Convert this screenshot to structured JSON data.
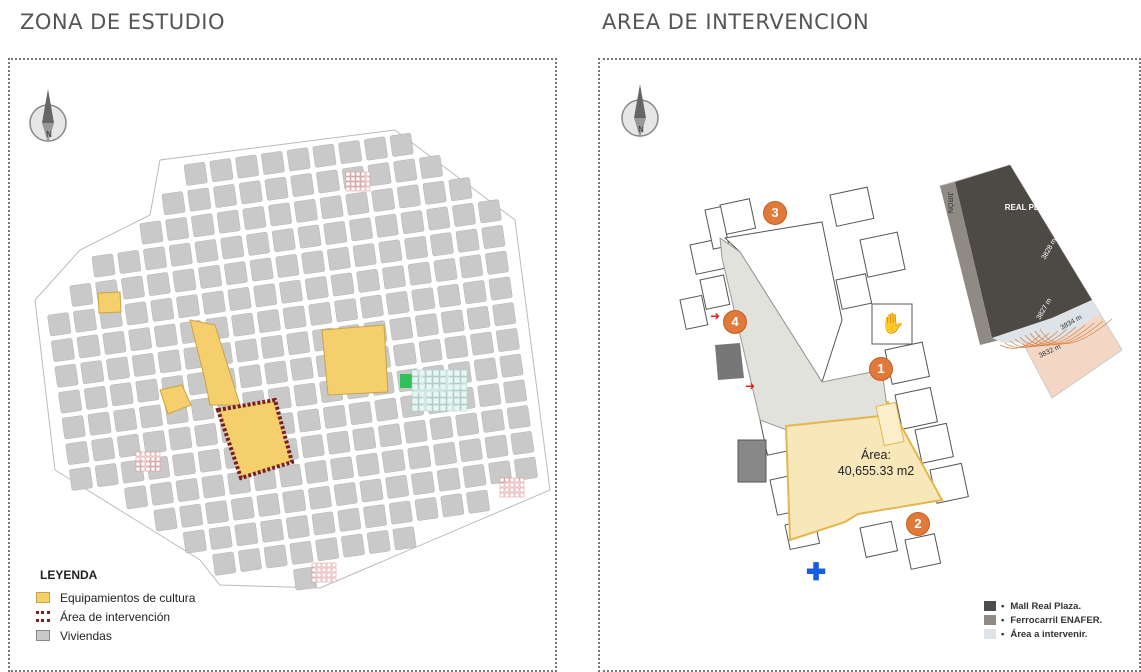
{
  "titles": {
    "left": "ZONA DE ESTUDIO",
    "right": "AREA DE INTERVENCION"
  },
  "compass": {
    "letter": "N"
  },
  "legend_left": {
    "title": "LEYENDA",
    "items": [
      {
        "label": "Equipamientos de cultura",
        "color": "#f4cf6c"
      },
      {
        "label": "Área de intervención",
        "color": "#7a1f1f"
      },
      {
        "label": "Viviendas",
        "color": "#c9c9c9"
      }
    ]
  },
  "area": {
    "line1": "Área:",
    "line2": "40,655.33 m2"
  },
  "markers": [
    "1",
    "2",
    "3",
    "4"
  ],
  "inset": {
    "label": "REAL\nPLAZA",
    "contours": [
      "3827 m",
      "3834 m",
      "3832 m",
      "3828 m"
    ],
    "street": "JIRÓN"
  },
  "legend_right": {
    "items": [
      {
        "label": "Mall Real Plaza.",
        "color": "#4d4d4d"
      },
      {
        "label": "Ferrocarril ENAFER.",
        "color": "#8f8a84"
      },
      {
        "label": "Área a intervenir.",
        "color": "#dde3e6"
      }
    ]
  },
  "colors": {
    "culture": "#f4cf6c",
    "intervention": "#7a1f1f",
    "housing": "#c9c9c9",
    "marker": "#e07a3a"
  }
}
